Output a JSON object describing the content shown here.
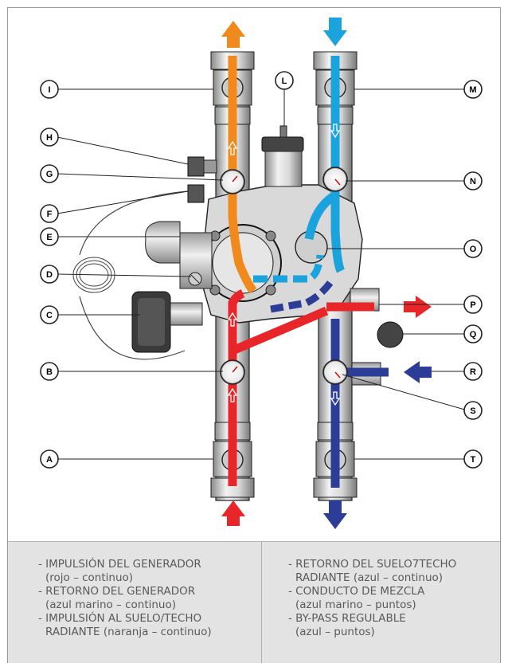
{
  "callouts": {
    "A": "A",
    "B": "B",
    "C": "C",
    "D": "D",
    "E": "E",
    "F": "F",
    "G": "G",
    "H": "H",
    "I": "I",
    "L": "L",
    "M": "M",
    "N": "N",
    "O": "O",
    "P": "P",
    "Q": "Q",
    "R": "R",
    "S": "S",
    "T": "T"
  },
  "legend": {
    "left": [
      {
        "line1": "- IMPULSIÓN DEL GENERADOR",
        "line2": "(rojo – continuo)"
      },
      {
        "line1": "- RETORNO DEL GENERADOR",
        "line2": "(azul marino – continuo)"
      },
      {
        "line1": "- IMPULSIÓN AL SUELO/TECHO",
        "line2": "RADIANTE (naranja – continuo)"
      }
    ],
    "right": [
      {
        "line1": "- RETORNO DEL SUELO7TECHO",
        "line2": "RADIANTE (azul – continuo)"
      },
      {
        "line1": "- CONDUCTO DE MEZCLA",
        "line2": "(azul marino – puntos)"
      },
      {
        "line1": "- BY-PASS REGULABLE",
        "line2": "(azul – puntos)"
      }
    ]
  },
  "colors": {
    "red": "#e8262a",
    "navy": "#2b3d96",
    "orange": "#f08a1c",
    "lightblue": "#1aa3dd",
    "legend_bg": "#e3e3e3"
  }
}
